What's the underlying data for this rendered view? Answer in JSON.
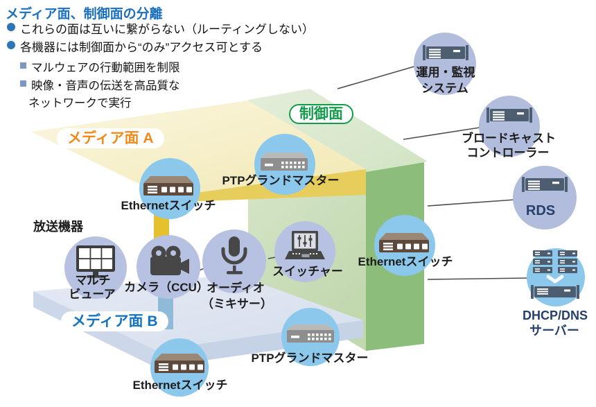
{
  "header": {
    "title": "メディア面、制御面の分離",
    "bullet1": "これらの面は互いに繋がらない（ルーティングしない）",
    "bullet2": "各機器には制御面から“のみ”アクセス可とする",
    "sub1": "マルウェアの行動範囲を制限",
    "sub2_line1": "映像・音声の伝送を高品質な",
    "sub2_line2": "ネットワークで実行"
  },
  "planes": {
    "media_a": {
      "label": "メディア面 A",
      "color": "#ef8a1d",
      "top_color": "#f6efc5",
      "edge_color": "#e7cd5c"
    },
    "control": {
      "label": "制御面",
      "color": "#149c4b",
      "top_color": "#d9e8cc",
      "side_color": "#8cbd7a"
    },
    "media_b": {
      "label": "メディア面 B",
      "color": "#1173c1",
      "top_color": "#e0e6f1",
      "edge_color": "#c6d3e6"
    }
  },
  "section_label": "放送機器",
  "devices": {
    "eth_a": {
      "label": "Ethernetスイッチ"
    },
    "ptp_a": {
      "label": "PTPグランドマスター"
    },
    "eth_control": {
      "label": "Ethernetスイッチ"
    },
    "ptp_b": {
      "label": "PTPグランドマスター"
    },
    "eth_b": {
      "label": "Ethernetスイッチ"
    },
    "multiviewer": {
      "label_line1": "マルチ",
      "label_line2": "ビューア"
    },
    "camera": {
      "label": "カメラ（CCU）"
    },
    "audio": {
      "label_line1": "オーディオ",
      "label_line2": "（ミキサー）"
    },
    "switcher": {
      "label": "スイッチャー"
    }
  },
  "systems": {
    "monitoring": {
      "label_line1": "運用・監視",
      "label_line2": "システム"
    },
    "broadcast_controller": {
      "label_line1": "ブロードキャスト",
      "label_line2": "コントローラー"
    },
    "rds": {
      "label": "RDS"
    },
    "dhcp_dns": {
      "label_line1": "DHCP/DNS",
      "label_line2": "サーバー"
    }
  },
  "colors": {
    "title_blue": "#1a6fc0",
    "bullet_dot": "#2e74b8",
    "sub_bullet_square": "#7b98c4",
    "node_circle_sky": "#8bc8ec",
    "node_circle_lavender": "#b7c1e1",
    "node_circle_periwinkle": "#b2bddd",
    "connector_gray": "#4d4d4d",
    "media_a_connector": "#e6c12e",
    "media_b_connector": "#8fbad8"
  }
}
